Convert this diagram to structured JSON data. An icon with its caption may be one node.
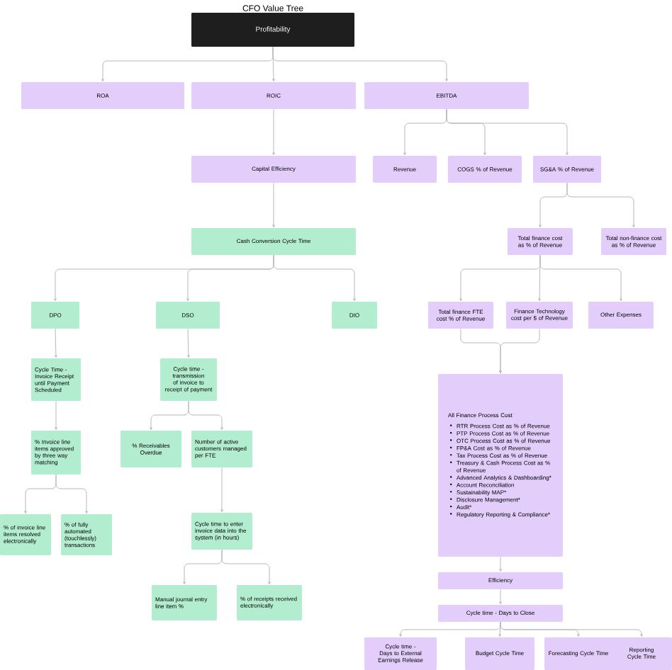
{
  "diagram": {
    "title": "CFO Value Tree",
    "nodes": [
      {
        "text": [
          "Profitability"
        ]
      },
      {
        "text": [
          "ROA"
        ]
      },
      {
        "text": [
          "ROIC"
        ]
      },
      {
        "text": [
          "EBITDA"
        ]
      },
      {
        "text": [
          "Capital Efficiency"
        ]
      },
      {
        "text": [
          "Revenue"
        ]
      },
      {
        "text": [
          "COGS % of Revenue"
        ]
      },
      {
        "text": [
          "SG&A % of Revenue"
        ]
      },
      {
        "text": [
          "Cash Conversion Cycle Time"
        ]
      },
      {
        "text": [
          "DPO"
        ]
      },
      {
        "text": [
          "DSO"
        ]
      },
      {
        "text": [
          "DIO"
        ]
      },
      {
        "text": [
          "Total finance cost as % of Revenue"
        ]
      },
      {
        "text": [
          "Total non-finance cost as % of Revenue"
        ]
      },
      {
        "text": [
          "Total finance FTE cost % of Revenue"
        ]
      },
      {
        "text": [
          "Finance Technology cost per $ of Revenue"
        ]
      },
      {
        "text": [
          "Other Expenses"
        ]
      },
      {
        "text": [
          "Cycle Time - Invoice Receipt until Payment Scheduled"
        ]
      },
      {
        "text": [
          "Cycle time - transmission of invoice to receipt of payment"
        ]
      },
      {
        "text": [
          "% Invoice line items approved by three way matching"
        ]
      },
      {
        "text": [
          "% Receivables Overdue"
        ]
      },
      {
        "text": [
          "Number of active customers managed per FTE"
        ]
      },
      {
        "text": [
          "% of invoice line items resolved electronically"
        ]
      },
      {
        "text": [
          "% of fully automated (touchlessly) transactions"
        ]
      },
      {
        "text": [
          "Cycle time to enter invoice data into the system (in hours)"
        ]
      },
      {
        "text": [
          "Manual journal entry line item %"
        ]
      },
      {
        "text": [
          "% of receipts received electronically"
        ]
      },
      {
        "text": [
          "All Finance Process Cost",
          "RTR Process Cost as % of Revenue",
          "PTP Process Cost as % of Revenue",
          "OTC Process Cost as % of Revenue",
          "FP&A Cost as % of Revenue",
          "Tax Process Cost as % of Revenue",
          "Treasury & Cash Process Cost as % of Revenue",
          "Advanced Analytics & Dashboarding*",
          "Account Reconciliation",
          "Sustainability MAP*",
          "Disclosure Management*",
          "Audit*",
          "Regulatory Reporting & Compliance*"
        ]
      },
      {
        "text": [
          "Efficiency"
        ]
      },
      {
        "text": [
          "Cycle time - Days to Close"
        ]
      },
      {
        "text": [
          "Cycle time - Days to External Earnings Release"
        ]
      },
      {
        "text": [
          "Budget Cycle Time"
        ]
      },
      {
        "text": [
          "Forecasting Cycle Time"
        ]
      },
      {
        "text": [
          "Reporting Cycle Time"
        ]
      }
    ],
    "edges": [
      {
        "from": 0,
        "to": 1,
        "arrow": "to"
      },
      {
        "from": 0,
        "to": 2,
        "arrow": "to"
      },
      {
        "from": 0,
        "to": 3,
        "arrow": "to"
      },
      {
        "from": 2,
        "to": 4,
        "arrow": "to"
      },
      {
        "from": 3,
        "to": 5,
        "arrow": "to"
      },
      {
        "from": 3,
        "to": 6,
        "arrow": "to"
      },
      {
        "from": 3,
        "to": 7,
        "arrow": "to"
      },
      {
        "from": 4,
        "to": 8,
        "arrow": "to"
      },
      {
        "from": 8,
        "to": 9,
        "arrow": "to"
      },
      {
        "from": 8,
        "to": 10,
        "arrow": "to"
      },
      {
        "from": 8,
        "to": 11,
        "arrow": "to"
      },
      {
        "from": 7,
        "to": 12,
        "arrow": "to"
      },
      {
        "from": 7,
        "to": 13,
        "arrow": "to"
      },
      {
        "from": 12,
        "to": 14,
        "arrow": "to"
      },
      {
        "from": 12,
        "to": 15,
        "arrow": "to"
      },
      {
        "from": 12,
        "to": 16,
        "arrow": "to"
      },
      {
        "from": 14,
        "to": 27,
        "arrow": "to"
      },
      {
        "from": 15,
        "to": 27,
        "arrow": "to"
      },
      {
        "from": 9,
        "to": 17,
        "arrow": "to"
      },
      {
        "from": 10,
        "to": 18,
        "arrow": "to"
      },
      {
        "from": 17,
        "to": 19,
        "arrow": "to"
      },
      {
        "from": 18,
        "to": 20,
        "arrow": "to"
      },
      {
        "from": 18,
        "to": 21,
        "arrow": "to"
      },
      {
        "from": 19,
        "to": 22,
        "arrow": "to"
      },
      {
        "from": 19,
        "to": 23,
        "arrow": "to"
      },
      {
        "from": 21,
        "to": 24,
        "arrow": "to"
      },
      {
        "from": 24,
        "to": 25,
        "arrow": "to"
      },
      {
        "from": 24,
        "to": 26,
        "arrow": "to"
      },
      {
        "from": 27,
        "to": 28,
        "arrow": "to"
      },
      {
        "from": 28,
        "to": 29,
        "arrow": "to"
      },
      {
        "from": 29,
        "to": 30,
        "arrow": "to"
      },
      {
        "from": 29,
        "to": 31,
        "arrow": "to"
      },
      {
        "from": 29,
        "to": 32,
        "arrow": "to"
      },
      {
        "from": 29,
        "to": 33,
        "arrow": "to"
      }
    ]
  }
}
